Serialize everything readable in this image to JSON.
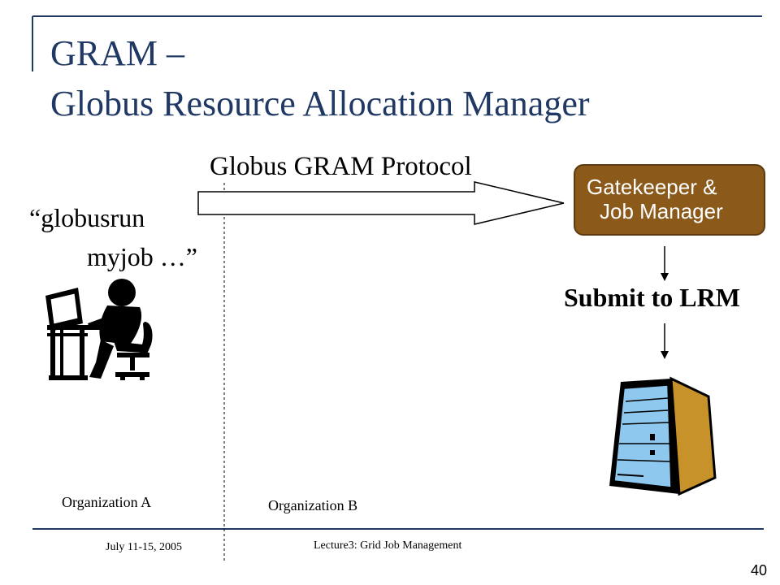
{
  "slide": {
    "title_line1": "GRAM –",
    "title_line2": "Globus Resource Allocation Manager",
    "protocol_label": "Globus GRAM Protocol",
    "command_line1": "“globusrun",
    "command_line2": "myjob …”",
    "gatekeeper_line1": "Gatekeeper &",
    "gatekeeper_line2": "Job Manager",
    "submit_label": "Submit to LRM",
    "org_a": "Organization A",
    "org_b": "Organization B",
    "footer_date": "July 11-15, 2005",
    "footer_title": "Lecture3: Grid Job Management",
    "page_number": "40"
  },
  "colors": {
    "title": "#1f3864",
    "gatekeeper_fill": "#8b5a1b",
    "rule": "#1f3864",
    "server_body": "#c8922a",
    "server_front": "#8ec8ee"
  },
  "icons": [
    "person-at-computer-icon",
    "server-tower-icon"
  ]
}
